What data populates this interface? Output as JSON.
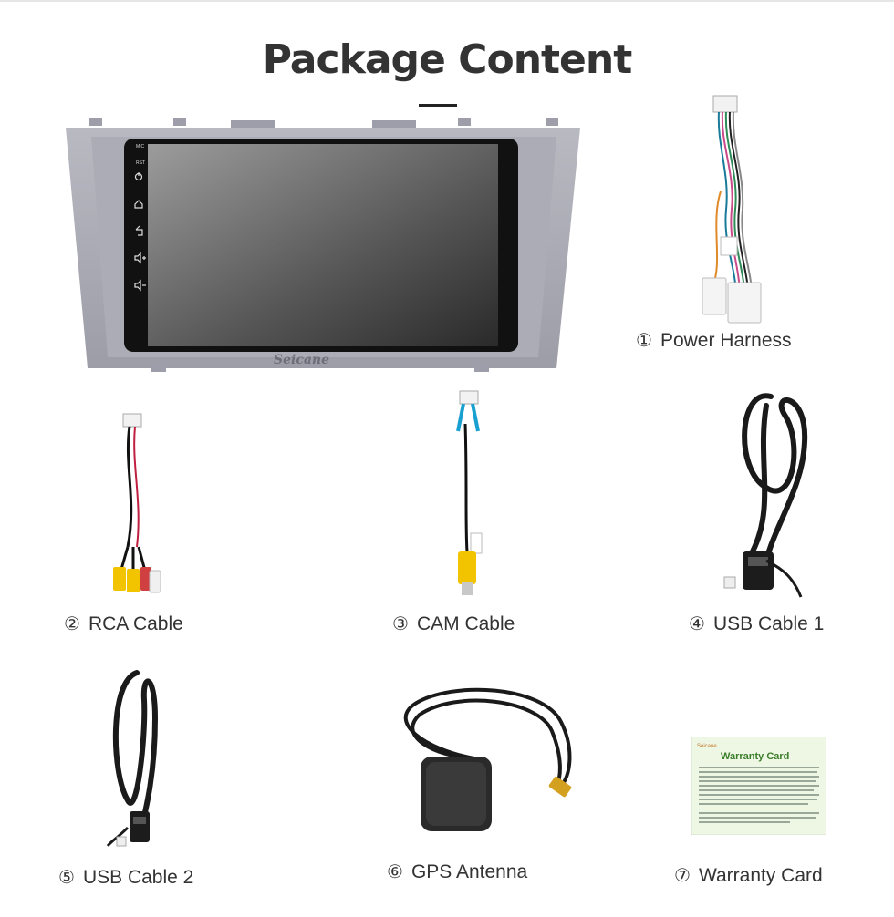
{
  "page": {
    "title": "Package Content"
  },
  "unit": {
    "brand": "Seicane",
    "buttons": [
      "MIC",
      "RST"
    ]
  },
  "items": [
    {
      "num": "①",
      "label": "Power Harness"
    },
    {
      "num": "②",
      "label": "RCA Cable"
    },
    {
      "num": "③",
      "label": "CAM Cable"
    },
    {
      "num": "④",
      "label": "USB Cable 1"
    },
    {
      "num": "⑤",
      "label": "USB Cable 2"
    },
    {
      "num": "⑥",
      "label": "GPS Antenna"
    },
    {
      "num": "⑦",
      "label": "Warranty Card"
    }
  ],
  "warranty_card": {
    "brand": "Seicane",
    "heading": "Warranty Card"
  },
  "colors": {
    "accent_green": "#3a7d2a",
    "card_bg": "#eef6e4",
    "unit_frame": "#a9a9b3",
    "connector_yellow": "#f2c400"
  }
}
